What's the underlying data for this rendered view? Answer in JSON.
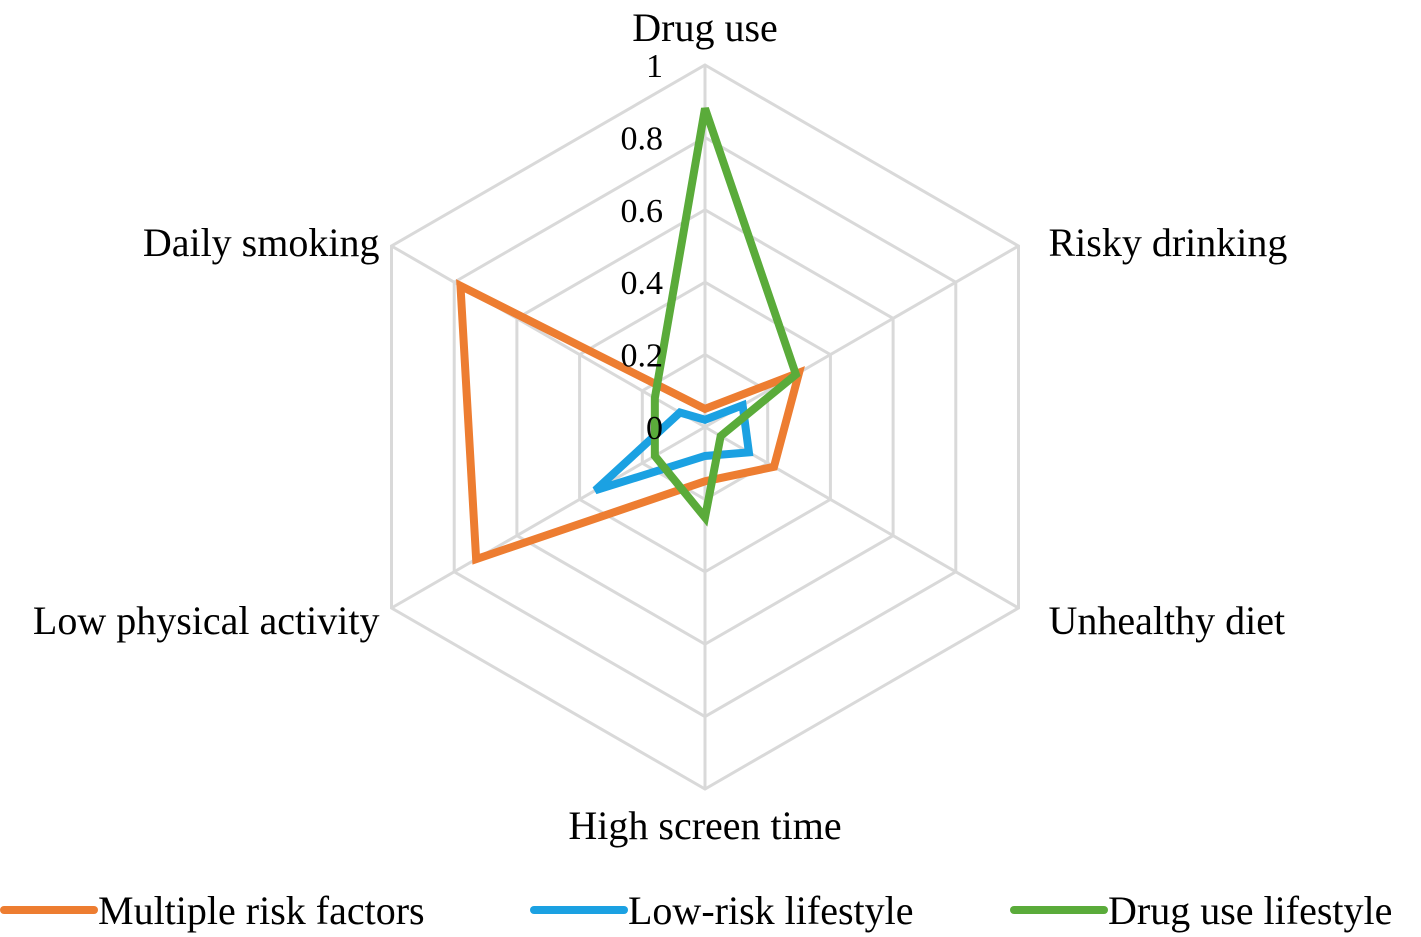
{
  "chart_data": {
    "type": "radar",
    "categories": [
      "Drug use",
      "Risky drinking",
      "Unhealthy diet",
      "High screen time",
      "Low physical activity",
      "Daily smoking"
    ],
    "ticks": [
      "0",
      "0.2",
      "0.4",
      "0.6",
      "0.8",
      "1"
    ],
    "rlim": [
      0,
      1
    ],
    "grid": true,
    "legend_position": "bottom",
    "series": [
      {
        "name": "Multiple risk factors",
        "color": "#ed7d31",
        "values": [
          0.05,
          0.3,
          0.22,
          0.15,
          0.73,
          0.78
        ]
      },
      {
        "name": "Low-risk lifestyle",
        "color": "#1ba1e2",
        "values": [
          0.02,
          0.12,
          0.14,
          0.08,
          0.35,
          0.08
        ]
      },
      {
        "name": "Drug use lifestyle",
        "color": "#5aab3a",
        "values": [
          0.88,
          0.29,
          0.05,
          0.25,
          0.16,
          0.16
        ]
      }
    ]
  }
}
